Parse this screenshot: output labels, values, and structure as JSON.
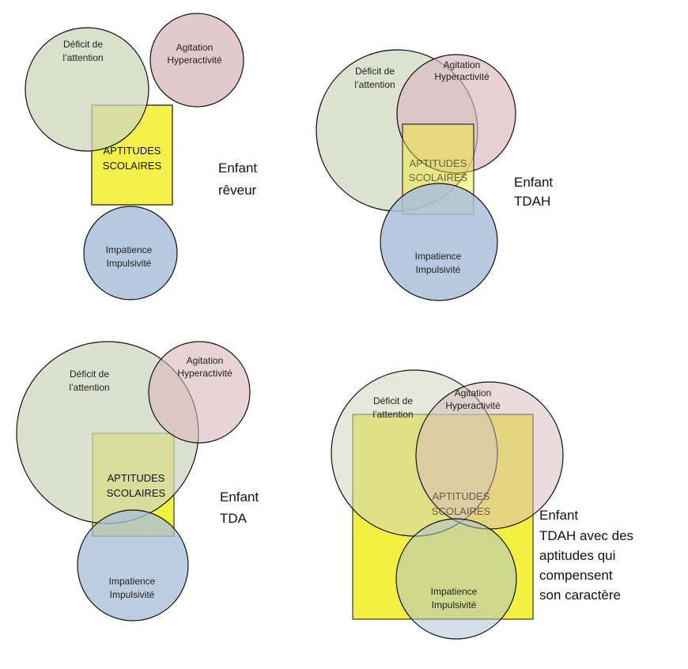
{
  "labels": {
    "attention": [
      "Déficit de",
      "l’attention"
    ],
    "agitation": [
      "Agitation",
      "Hyperactivité"
    ],
    "impulsivity": [
      "Impatience",
      "Impulsivité"
    ],
    "aptitudes": [
      "APTITUDES",
      "SCOLAIRES"
    ]
  },
  "captions": {
    "reveur": [
      "Enfant",
      "rêveur"
    ],
    "tdah": [
      "Enfant",
      "TDAH"
    ],
    "tda": [
      "Enfant",
      "TDA"
    ],
    "tdah_compense": [
      "Enfant",
      "TDAH avec des",
      "aptitudes qui",
      "compensent",
      "son caractère"
    ]
  },
  "colors": {
    "attention_fill": "#cfd6bc",
    "agitation_fill": "#d8b7bd",
    "impulsivity_fill": "#a9bfd9",
    "aptitudes_fill": "#f2ee2c",
    "stroke": "#111111"
  }
}
